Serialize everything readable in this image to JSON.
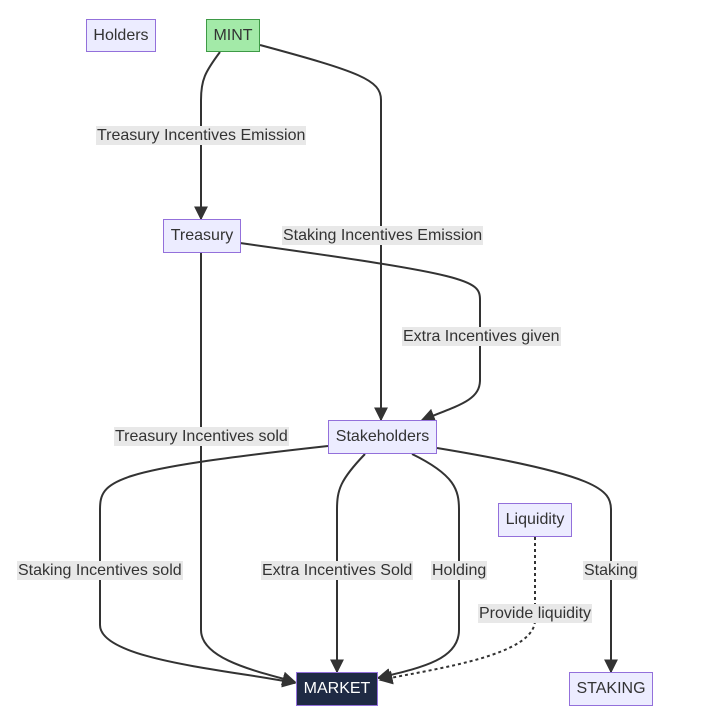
{
  "nodes": {
    "holders": "Holders",
    "mint": "MINT",
    "treasury": "Treasury",
    "stakeholders": "Stakeholders",
    "liquidity": "Liquidity",
    "market": "MARKET",
    "staking": "STAKING"
  },
  "edges": {
    "treasury_emission": "Treasury Incentives Emission",
    "staking_emission": "Staking Incentives Emission",
    "extra_given": "Extra Incentives given",
    "treasury_sold": "Treasury Incentives sold",
    "staking_sold": "Staking Incentives sold",
    "extra_sold": "Extra Incentives Sold",
    "holding": "Holding",
    "staking": "Staking",
    "provide_liquidity": "Provide liquidity"
  },
  "colors": {
    "default_node": "#ECECFF",
    "mint_node": "#a3eaa8",
    "market_node": "#1f2a44",
    "edge": "#333333"
  }
}
